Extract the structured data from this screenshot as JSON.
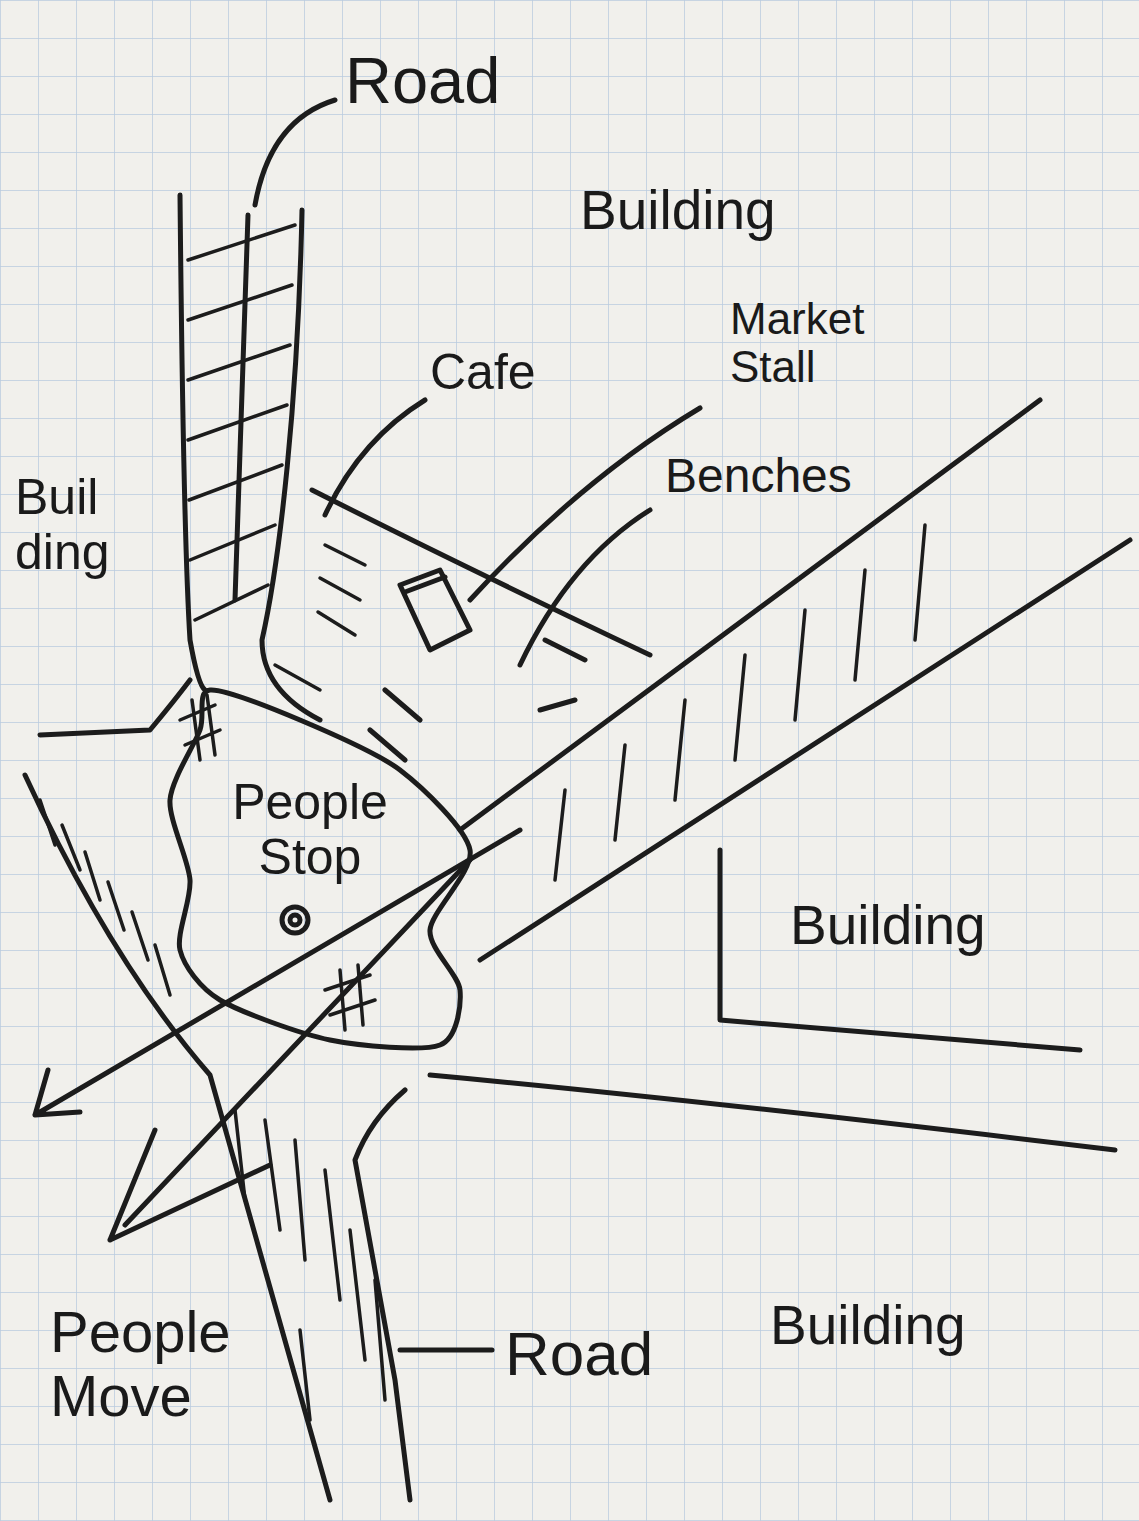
{
  "diagram": {
    "nodes": [
      {
        "text": [
          "People Stop"
        ]
      }
    ],
    "labels": [
      "Road",
      "Building",
      "Cafe",
      "Market Stall",
      "Benches",
      "Building",
      "Building",
      "Road",
      "Building",
      "People Move"
    ]
  }
}
